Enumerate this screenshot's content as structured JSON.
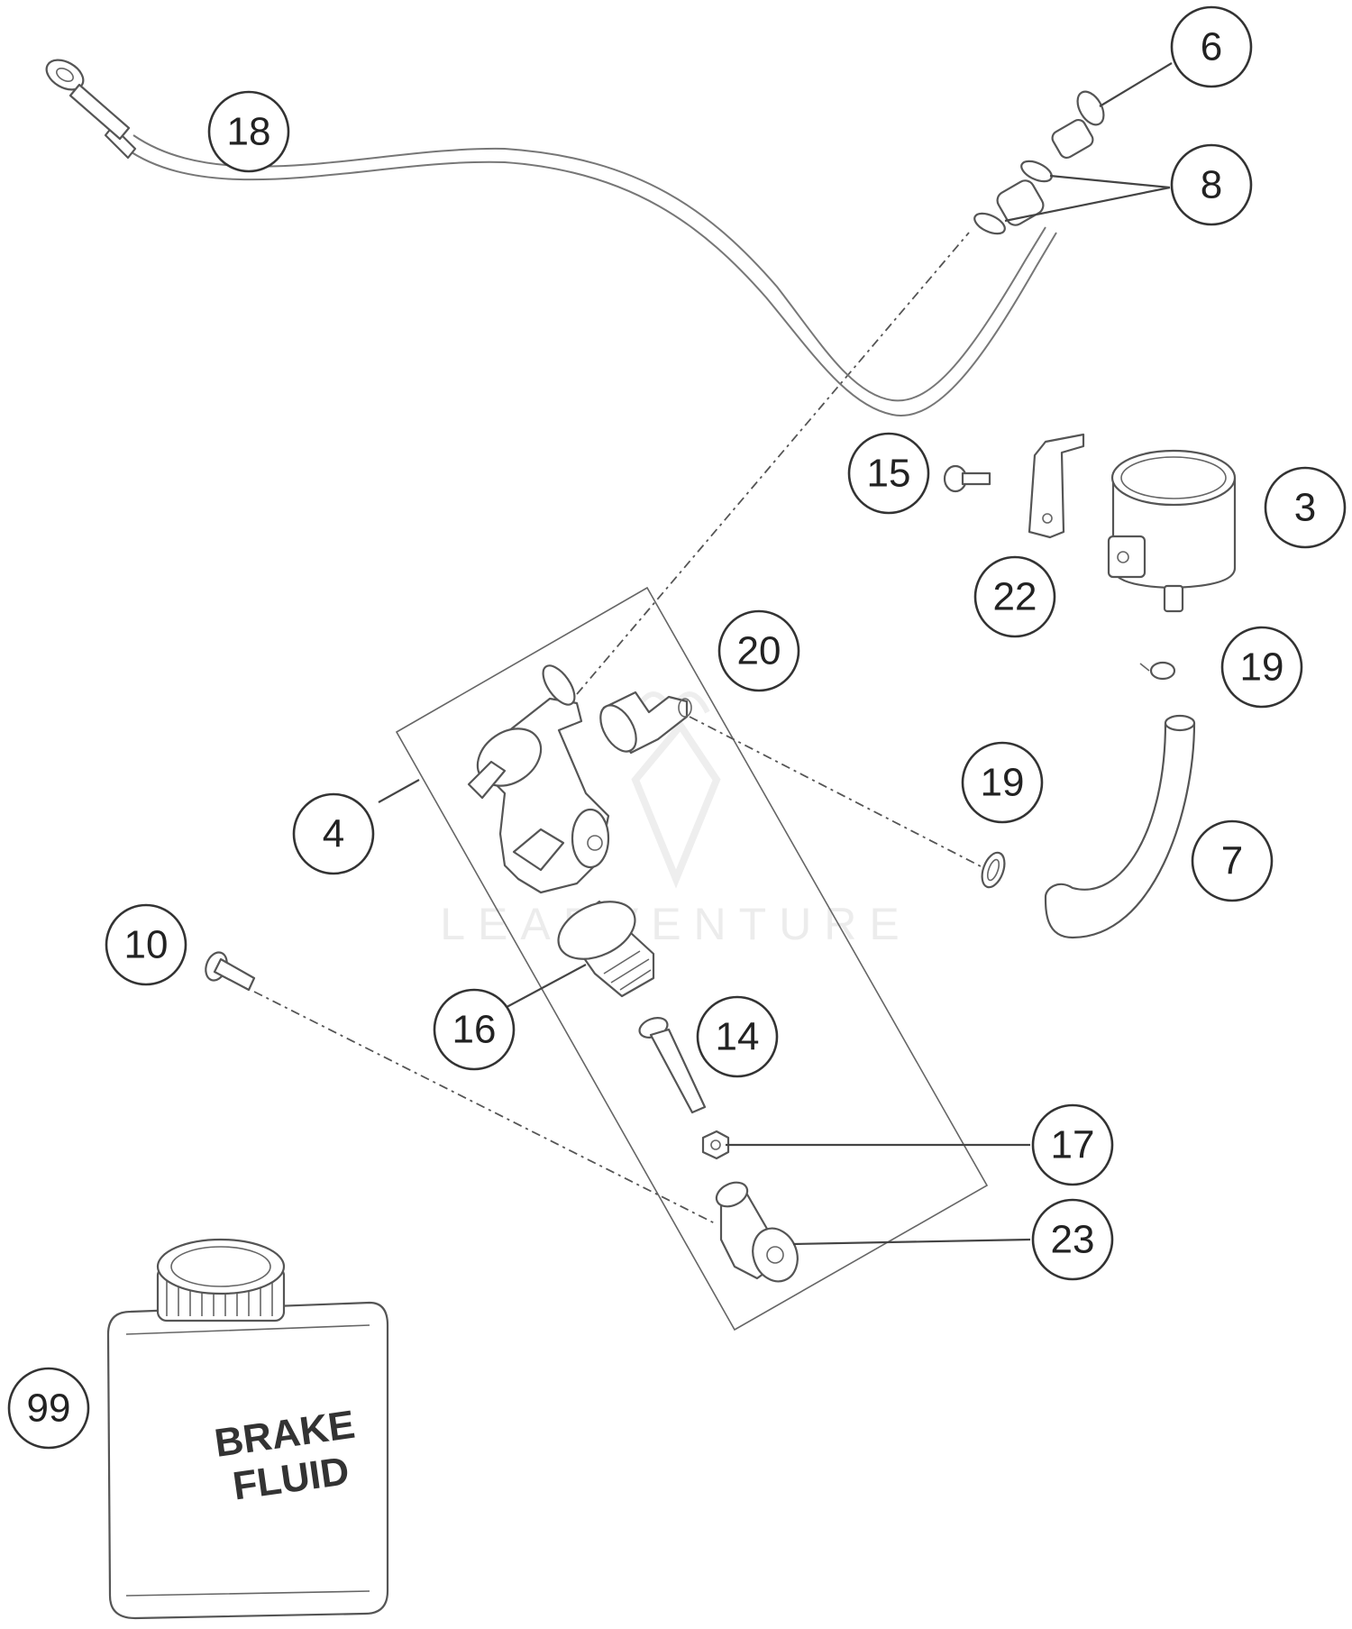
{
  "callouts": [
    {
      "label": "18"
    },
    {
      "label": "6"
    },
    {
      "label": "8"
    },
    {
      "label": "15"
    },
    {
      "label": "3"
    },
    {
      "label": "22"
    },
    {
      "label": "20"
    },
    {
      "label": "19"
    },
    {
      "label": "19"
    },
    {
      "label": "4"
    },
    {
      "label": "7"
    },
    {
      "label": "10"
    },
    {
      "label": "16"
    },
    {
      "label": "14"
    },
    {
      "label": "17"
    },
    {
      "label": "23"
    },
    {
      "label": "99"
    }
  ],
  "can": {
    "line1": "BRAKE",
    "line2": "FLUID"
  },
  "watermark": "LEADVENTURE",
  "footer": "",
  "colors": {
    "line": "#555555",
    "background": "#ffffff"
  }
}
